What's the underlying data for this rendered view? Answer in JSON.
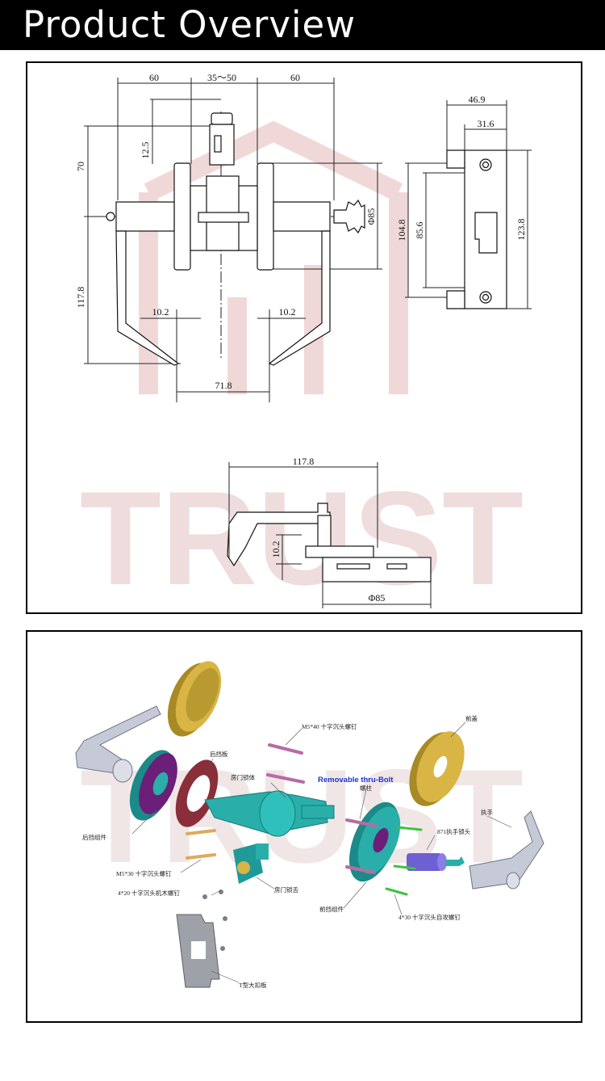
{
  "header": {
    "title": "Product Overview",
    "background": "#000000",
    "text_color": "#ffffff"
  },
  "drawing": {
    "dimensions": {
      "top_left": "60",
      "top_mid": "35～50",
      "top_right": "60",
      "h_12_5": "12.5",
      "h_70": "70",
      "h_117_8": "117.8",
      "lever_left": "10.2",
      "lever_right": "10.2",
      "bottom_71_8": "71.8",
      "rose_dia": "Φ85",
      "strike_46_9": "46.9",
      "strike_31_6": "31.6",
      "strike_104_8": "104.8",
      "strike_85_6": "85.6",
      "strike_123_8": "123.8",
      "side_117_8": "117.8",
      "side_10_2": "10.2",
      "side_dia": "Φ85"
    },
    "watermark": "TRUST",
    "watermark_color": "#e8c9c9"
  },
  "exploded": {
    "callout": "Removable thru-Bolt",
    "labels": {
      "back_rose": "后挡组件",
      "back_plate": "后挡板",
      "lock_body": "房门锁体",
      "latch": "房门锁舌",
      "screw_m5_40": "M5*40 十字沉头螺钉",
      "screw_m5_30": "M5*30 十字沉头螺钉",
      "wood_screw": "4*20 十字沉头机木螺钉",
      "strike_plate": "T型大扣板",
      "front_cover": "前盖",
      "post": "螺柱",
      "cylinder": "871执手锁头",
      "lever": "执手",
      "front_rose": "前挡组件",
      "self_tap": "4*30 十字沉头自攻螺钉"
    },
    "colors": {
      "gold": "#d9b545",
      "teal": "#2aaeaa",
      "purple": "#6b1f78",
      "maroon": "#8a2f3a",
      "pink": "#e79ad8",
      "callout": "#1a33cc"
    }
  }
}
